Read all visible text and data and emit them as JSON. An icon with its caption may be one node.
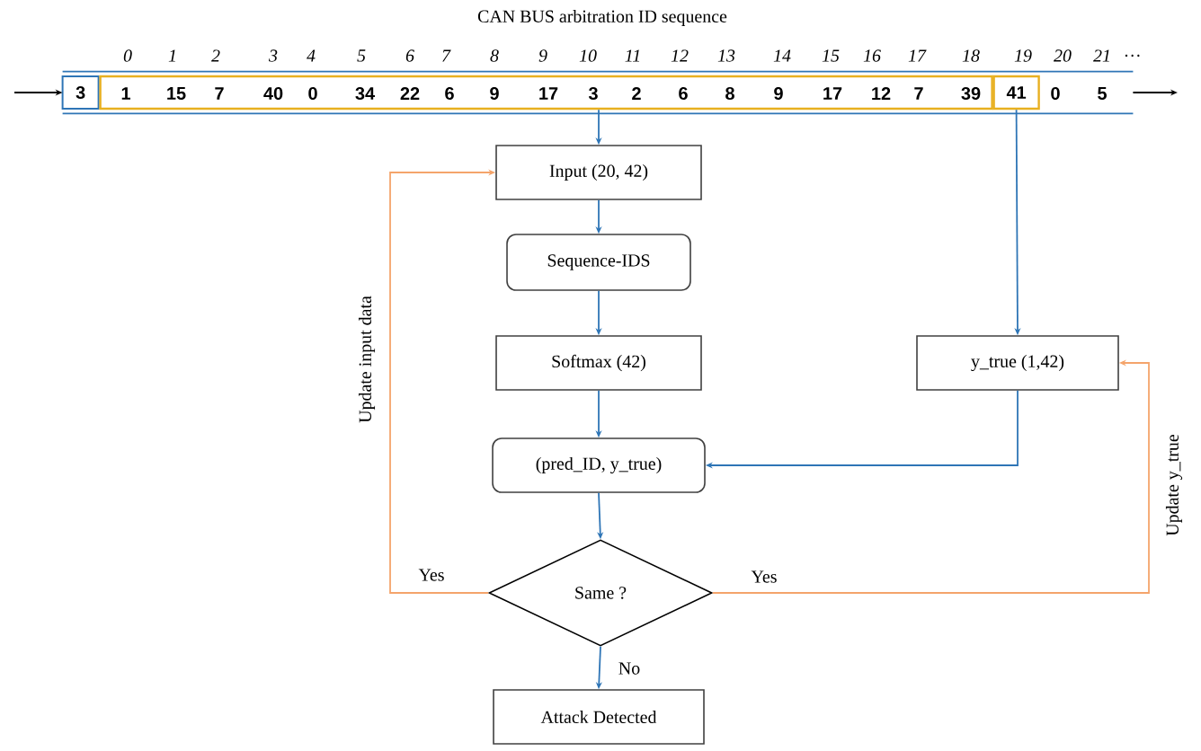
{
  "diagram": {
    "title": "CAN BUS arbitration  ID sequence",
    "nodes": [
      {
        "text": [
          "0",
          "5"
        ]
      },
      {
        "text": [
          "3"
        ],
        "in": 0
      },
      {
        "text": [
          "1",
          "15",
          "7",
          "40",
          "0",
          "34",
          "22",
          "6",
          "9",
          "17",
          "3",
          "2",
          "6",
          "8",
          "9",
          "17",
          "12",
          "7",
          "39"
        ],
        "in": 0
      },
      {
        "text": [
          "41"
        ],
        "in": 0
      },
      {
        "text": [
          "Input (20, 42)"
        ]
      },
      {
        "text": [
          "Sequence-IDS"
        ]
      },
      {
        "text": [
          "Softmax (42)"
        ]
      },
      {
        "text": [
          "y_true (1,42)"
        ]
      },
      {
        "text": [
          "(pred_ID, y_true)"
        ]
      },
      {
        "text": [
          "Same ?"
        ]
      },
      {
        "text": [
          "Attack Detected"
        ]
      }
    ],
    "edges": [
      {
        "from": null,
        "to": 0,
        "arrow": "to",
        "color": "#000000"
      },
      {
        "from": 0,
        "to": null,
        "arrow": "to",
        "color": "#000000"
      },
      {
        "from": 2,
        "to": 4,
        "arrow": "to"
      },
      {
        "from": 3,
        "to": 7,
        "arrow": "to"
      },
      {
        "from": 4,
        "to": 5,
        "arrow": "to"
      },
      {
        "from": 5,
        "to": 6,
        "arrow": "to"
      },
      {
        "from": 6,
        "to": 8,
        "arrow": "to"
      },
      {
        "from": 7,
        "to": 8,
        "arrow": "to"
      },
      {
        "from": 8,
        "to": 9,
        "arrow": "to"
      },
      {
        "from": 9,
        "to": 10,
        "arrow": "to",
        "label": "No"
      },
      {
        "from": 9,
        "to": 4,
        "arrow": "to",
        "label": "Yes",
        "color": "#f4a46b"
      },
      {
        "from": 9,
        "to": 7,
        "arrow": "to",
        "label": "Yes",
        "color": "#f4a46b"
      }
    ],
    "labels": [
      "0",
      "1",
      "2",
      "3",
      "4",
      "5",
      "6",
      "7",
      "8",
      "9",
      "10",
      "11",
      "12",
      "13",
      "14",
      "15",
      "16",
      "17",
      "18",
      "19",
      "20",
      "21",
      "…",
      "Update input data",
      "Update y_true"
    ]
  }
}
